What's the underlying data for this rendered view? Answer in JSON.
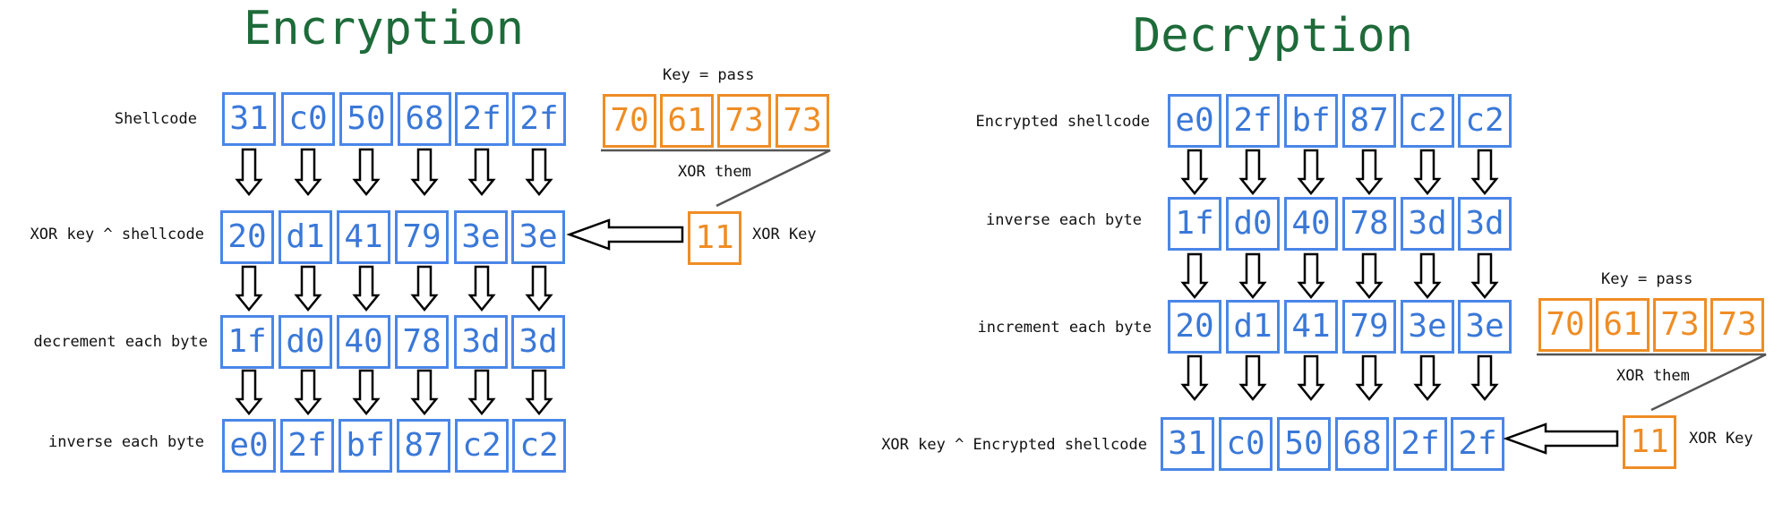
{
  "encryption": {
    "title": "Encryption",
    "rows": [
      {
        "label": "Shellcode",
        "bytes": [
          "31",
          "c0",
          "50",
          "68",
          "2f",
          "2f"
        ]
      },
      {
        "label": "XOR key ^ shellcode",
        "bytes": [
          "20",
          "d1",
          "41",
          "79",
          "3e",
          "3e"
        ]
      },
      {
        "label": "decrement each byte",
        "bytes": [
          "1f",
          "d0",
          "40",
          "78",
          "3d",
          "3d"
        ]
      },
      {
        "label": "inverse each byte",
        "bytes": [
          "e0",
          "2f",
          "bf",
          "87",
          "c2",
          "c2"
        ]
      }
    ],
    "key_label": "Key = pass",
    "key_bytes": [
      "70",
      "61",
      "73",
      "73"
    ],
    "xor_them": "XOR them",
    "xor_key_value": "11",
    "xor_key_label": "XOR Key"
  },
  "decryption": {
    "title": "Decryption",
    "rows": [
      {
        "label": "Encrypted shellcode",
        "bytes": [
          "e0",
          "2f",
          "bf",
          "87",
          "c2",
          "c2"
        ]
      },
      {
        "label": "inverse each byte",
        "bytes": [
          "1f",
          "d0",
          "40",
          "78",
          "3d",
          "3d"
        ]
      },
      {
        "label": "increment each byte",
        "bytes": [
          "20",
          "d1",
          "41",
          "79",
          "3e",
          "3e"
        ]
      },
      {
        "label": "XOR key ^ Encrypted shellcode",
        "bytes": [
          "31",
          "c0",
          "50",
          "68",
          "2f",
          "2f"
        ]
      }
    ],
    "key_label": "Key = pass",
    "key_bytes": [
      "70",
      "61",
      "73",
      "73"
    ],
    "xor_them": "XOR them",
    "xor_key_value": "11",
    "xor_key_label": "XOR Key"
  }
}
